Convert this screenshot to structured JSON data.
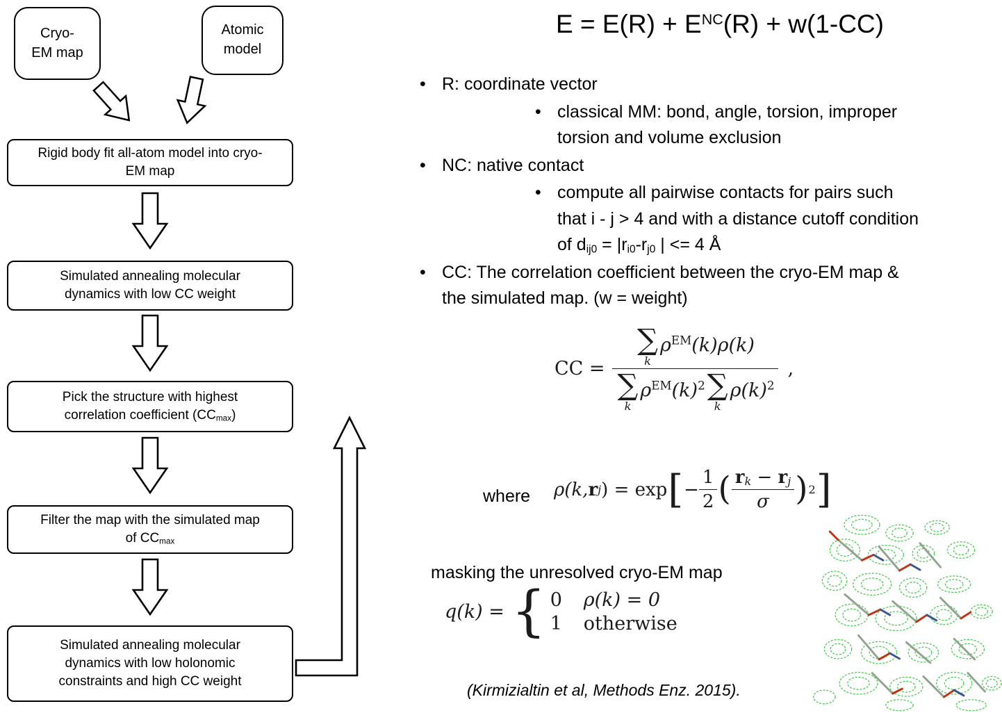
{
  "flowchart": {
    "cryo_box": "Cryo-\nEM map",
    "atomic_box": "Atomic\nmodel",
    "fit_box": "Rigid body fit all-atom model into cryo-\nEM map",
    "sa_low_box": "Simulated annealing molecular\ndynamics with low CC weight",
    "pick_box": {
      "p1": "Pick the structure with highest\ncorrelation coefficient (CC",
      "sub": "max",
      "p2": ")"
    },
    "filter_box": {
      "p1": "Filter the map with the simulated map\nof CC",
      "sub": "max",
      "p2": ""
    },
    "sa_high_box": "Simulated annealing molecular\ndynamics with low holonomic\nconstraints and high CC weight"
  },
  "title_equation": {
    "p1": "E = E(R) + E",
    "sup": "NC",
    "p2": "(R) + w(1-CC)"
  },
  "bullet_char": "•",
  "bullets": {
    "r": "R: coordinate vector",
    "r_sub": "classical MM: bond, angle, torsion, improper\ntorsion and volume exclusion",
    "nc": "NC: native contact",
    "nc_sub": {
      "p1": "compute all pairwise contacts for pairs such\nthat i - j > 4 and with a distance cutoff condition\nof d",
      "s1": "ij0",
      "p2": " = |r",
      "s2": "i0",
      "p3": "-r",
      "s3": "j0",
      "p4": " | <= 4 Å"
    },
    "cc": "CC: The correlation coefficient between the cryo-EM map &\nthe simulated map. (w = weight)"
  },
  "cc_equation": {
    "lhs": "CC =",
    "sum": "∑",
    "sum_sub": "k",
    "num_rho": "ρ",
    "num_sup": "EM",
    "num_rest": "(k)ρ(k)",
    "den_rho1": "ρ",
    "den_sup1": "EM",
    "den_mid1": "(k)",
    "den_pow1": "2",
    "den_rho2": "ρ(k)",
    "den_pow2": "2",
    "comma": ","
  },
  "where_equation": {
    "label": "where",
    "lhs_a": "ρ(k, ",
    "lhs_r": "r",
    "lhs_j": "j",
    "lhs_b": ") = exp",
    "open_bracket": "[",
    "minus": "−",
    "half_num": "1",
    "half_den": "2",
    "open_paren": "(",
    "fnum_r1": "r",
    "fnum_s1": "k",
    "fnum_minus": " − ",
    "fnum_r2": "r",
    "fnum_s2": "j",
    "fden": "σ",
    "close_paren": ")",
    "power": "2",
    "close_bracket": "]"
  },
  "masking_label": "masking the unresolved cryo-EM map",
  "q_equation": {
    "lhs": "q(k) =",
    "brace": "{",
    "row1_val": "0",
    "row1_cond": "ρ(k) = 0",
    "row2_val": "1",
    "row2_cond": "otherwise"
  },
  "citation": "(Kirmizialtin et al, Methods Enz. 2015)."
}
